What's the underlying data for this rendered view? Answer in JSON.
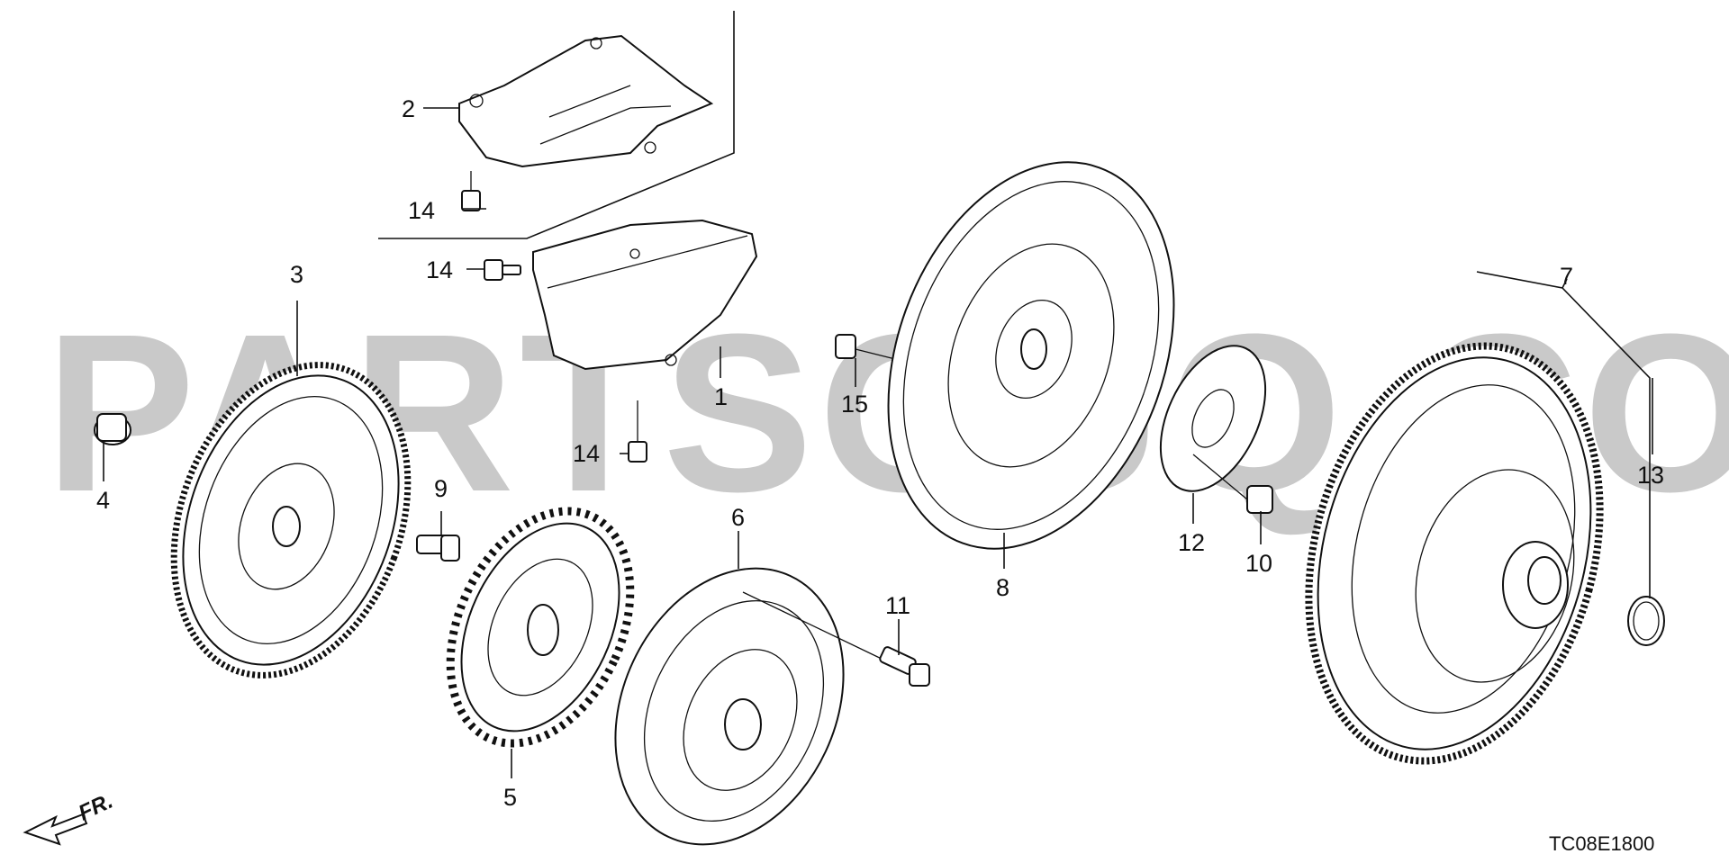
{
  "watermark": "PARTSOUQ.COM",
  "diagram_code": "TC08E1800",
  "front_indicator": "FR.",
  "callouts": {
    "c1": "1",
    "c2": "2",
    "c3": "3",
    "c4": "4",
    "c5": "5",
    "c6": "6",
    "c7": "7",
    "c8": "8",
    "c9": "9",
    "c10": "10",
    "c11": "11",
    "c12": "12",
    "c13": "13",
    "c14a": "14",
    "c14b": "14",
    "c14c": "14",
    "c15": "15"
  }
}
